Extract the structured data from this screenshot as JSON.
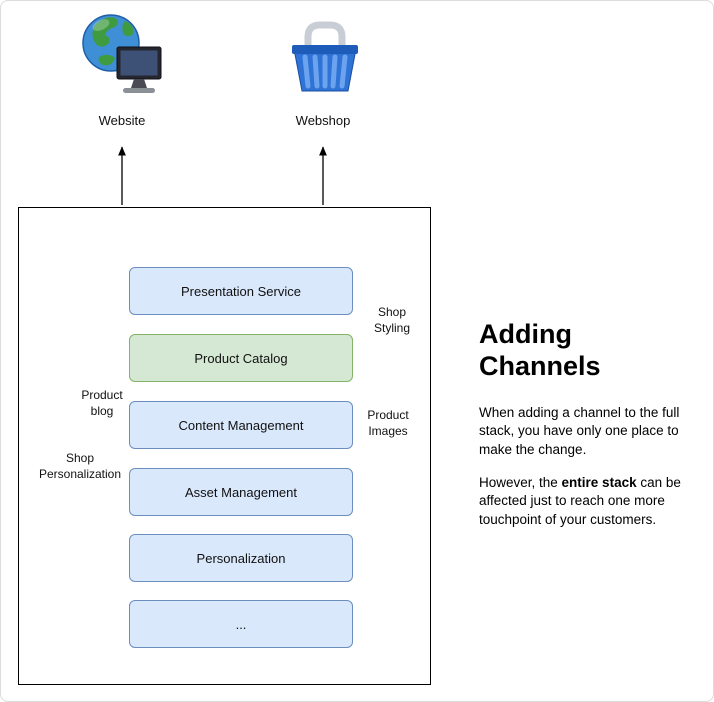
{
  "colors": {
    "box_blue_fill": "#dae8fc",
    "box_blue_border": "#6c8ebf",
    "box_green_fill": "#d5e8d4",
    "box_green_border": "#82b366",
    "globe_ocean": "#3f8fd6",
    "globe_land": "#3f9b3f",
    "monitor_dark": "#26262f",
    "monitor_screen": "#3d5075",
    "basket_blue": "#2f73d6",
    "basket_dark": "#1d5cb8",
    "basket_light": "#6ba3ef",
    "handle_gray": "#c9ced6"
  },
  "channels": {
    "website": {
      "label": "Website",
      "icon": "globe-monitor-icon"
    },
    "webshop": {
      "label": "Webshop",
      "icon": "shopping-basket-icon"
    }
  },
  "stack": {
    "boxes": [
      {
        "label": "Presentation Service",
        "variant": "blue"
      },
      {
        "label": "Product Catalog",
        "variant": "green"
      },
      {
        "label": "Content Management",
        "variant": "blue"
      },
      {
        "label": "Asset Management",
        "variant": "blue"
      },
      {
        "label": "Personalization",
        "variant": "blue"
      },
      {
        "label": "...",
        "variant": "blue"
      }
    ]
  },
  "edge_labels": {
    "shop_styling": "Shop\nStyling",
    "product_blog": "Product\nblog",
    "product_images": "Product\nImages",
    "shop_personalization": "Shop\nPersonalization"
  },
  "side_panel": {
    "title": "Adding\nChannels",
    "para1": "When adding a channel to the full stack, you have only one place to make the change.",
    "para2_prefix": "However, the ",
    "para2_bold": "entire stack",
    "para2_suffix": " can be affected just to reach one more touchpoint of your customers."
  }
}
